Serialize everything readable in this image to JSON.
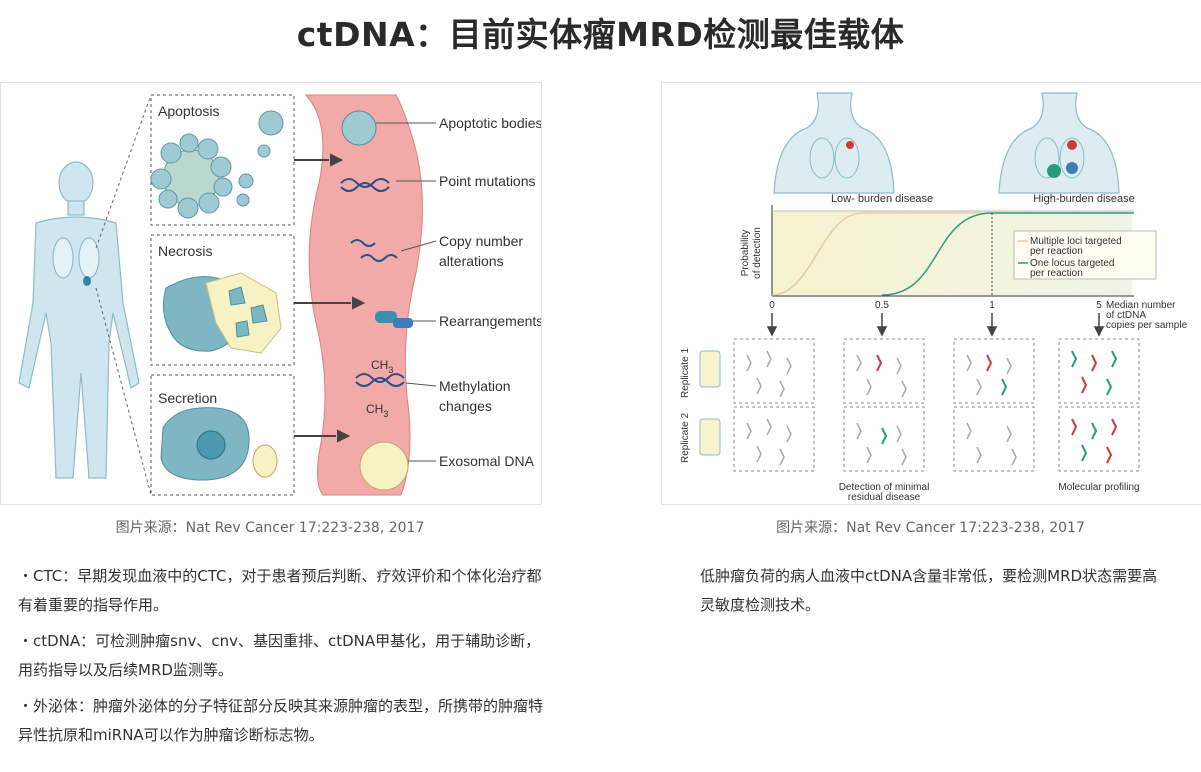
{
  "title": "ctDNA：目前实体瘤MRD检测最佳载体",
  "left_figure": {
    "boxes": [
      "Apoptosis",
      "Necrosis",
      "Secretion"
    ],
    "labels": [
      "Apoptotic bodies",
      "Point mutations",
      "Copy number",
      "alterations",
      "Rearrangements",
      "Methylation",
      "changes",
      "Exosomal DNA"
    ],
    "ch3_top": "CH",
    "ch3_bottom": "CH",
    "ch3_sub": "3",
    "caption": "图片来源：Nat Rev Cancer 17:223-238, 2017"
  },
  "right_figure": {
    "low_burden": "Low- burden disease",
    "high_burden": "High-burden disease",
    "y_axis": [
      "Probability",
      "of detection"
    ],
    "legend": [
      "Multiple loci targeted",
      "per reaction",
      "One locus targeted",
      "per reaction"
    ],
    "ticks": [
      "0",
      "0.5",
      "1",
      "5"
    ],
    "x_note": [
      "Median number",
      "of ctDNA",
      "copies per sample"
    ],
    "replicates": [
      "Replicate 1",
      "Replicate 2"
    ],
    "bottom_left": [
      "Detection of minimal",
      "residual disease"
    ],
    "bottom_right": "Molecular profiling",
    "caption": "图片来源：Nat Rev Cancer 17:223-238, 2017",
    "colors": {
      "faint_curve": "#e8c9a6",
      "main_curve": "#2e9c82",
      "red_strand": "#cc3b3b",
      "teal_strand": "#2a9a7e"
    }
  },
  "bullets": [
    "・CTC：早期发现血液中的CTC，对于患者预后判断、疗效评价和个体化治疗都有着重要的指导作用。",
    "・ctDNA：可检测肿瘤snv、cnv、基因重排、ctDNA甲基化，用于辅助诊断，用药指导以及后续MRD监测等。",
    "・外泌体：肿瘤外泌体的分子特征部分反映其来源肿瘤的表型，所携带的肿瘤特异性抗原和miRNA可以作为肿瘤诊断标志物。"
  ],
  "paragraph": "低肿瘤负荷的病人血液中ctDNA含量非常低，要检测MRD状态需要高灵敏度检测技术。"
}
